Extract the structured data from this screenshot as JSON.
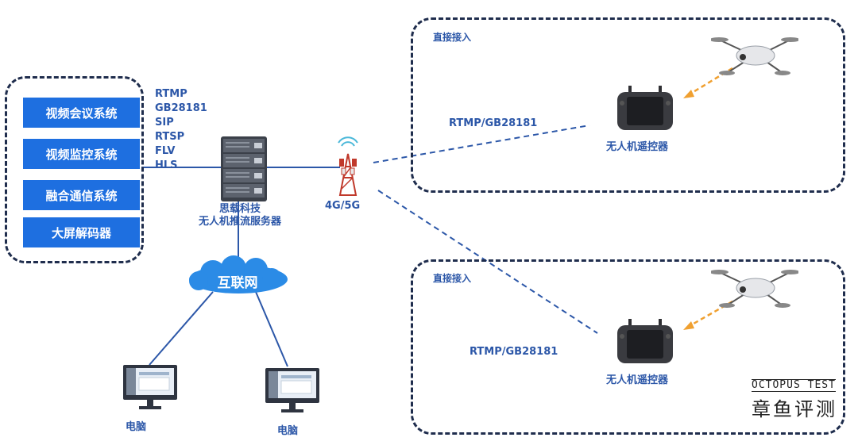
{
  "systems": [
    "视频会议系统",
    "视频监控系统",
    "融合通信系统",
    "大屏解码器"
  ],
  "protocols": [
    "RTMP",
    "GB28181",
    "SIP",
    "RTSP",
    "FLV",
    "HLS"
  ],
  "server": {
    "line1": "思载科技",
    "line2": "无人机推流服务器"
  },
  "tower_label": "4G/5G",
  "internet_label": "互联网",
  "computer_label": "电脑",
  "groups": [
    {
      "title": "直接接入",
      "protocol": "RTMP/GB28181",
      "controller": "无人机遥控器"
    },
    {
      "title": "直接接入",
      "protocol": "RTMP/GB28181",
      "controller": "无人机遥控器"
    }
  ],
  "logo": {
    "en": "OCTOPUS TEST",
    "zh": "章鱼评测"
  },
  "colors": {
    "accent": "#1e6fe0",
    "text": "#2c57a8",
    "border": "#1f2d4d",
    "arrow": "#f0a030"
  }
}
